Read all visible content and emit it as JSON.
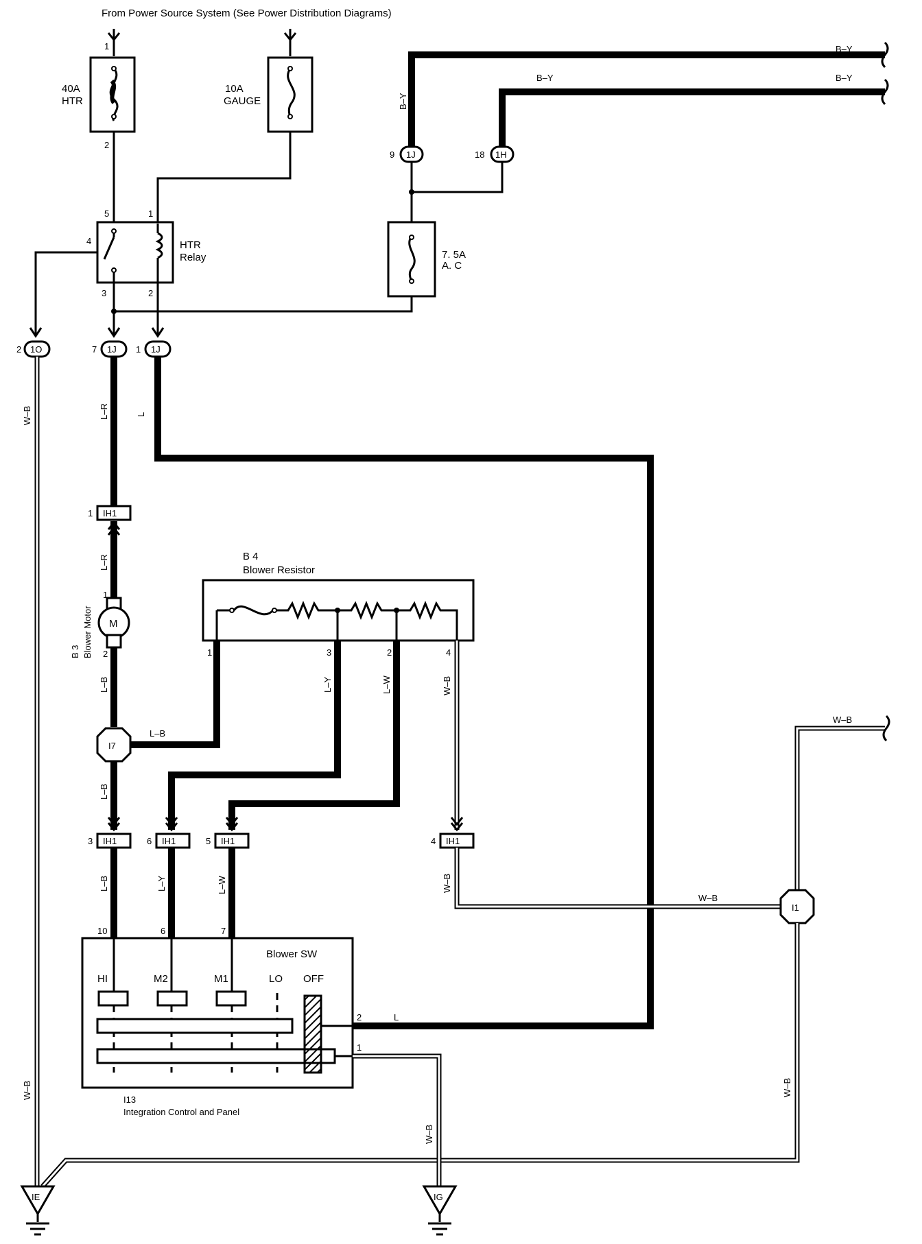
{
  "title": "From Power Source System (See Power Distribution Diagrams)",
  "fuses": [
    {
      "rating": "40A",
      "name": "HTR",
      "pin_top": "1",
      "pin_bottom": "2"
    },
    {
      "rating": "10A",
      "name": "GAUGE"
    },
    {
      "rating": "7. 5A",
      "name": "A. C"
    }
  ],
  "relay": {
    "name_line1": "HTR",
    "name_line2": "Relay",
    "pins": [
      "5",
      "1",
      "4",
      "3",
      "2"
    ]
  },
  "connectors": {
    "c1J_9": {
      "pin": "9",
      "id": "1J"
    },
    "c1H_18": {
      "pin": "18",
      "id": "1H"
    },
    "c1O_2": {
      "pin": "2",
      "id": "1O"
    },
    "c1J_7": {
      "pin": "7",
      "id": "1J"
    },
    "c1J_1": {
      "pin": "1",
      "id": "1J"
    },
    "cIH1_1": {
      "pin": "1",
      "id": "IH1"
    },
    "cIH1_3": {
      "pin": "3",
      "id": "IH1"
    },
    "cIH1_6": {
      "pin": "6",
      "id": "IH1"
    },
    "cIH1_5": {
      "pin": "5",
      "id": "IH1"
    },
    "cIH1_4": {
      "pin": "4",
      "id": "IH1"
    }
  },
  "junctions": {
    "i7": "I7",
    "i1": "I1"
  },
  "blower_motor": {
    "code": "B 3",
    "name": "Blower Motor",
    "symbol": "M",
    "pin_top": "1",
    "pin_bottom": "2"
  },
  "blower_resistor": {
    "code": "B 4",
    "name": "Blower Resistor",
    "pins": [
      "1",
      "3",
      "2",
      "4"
    ]
  },
  "blower_switch": {
    "name": "Blower SW",
    "positions": [
      "HI",
      "M2",
      "M1",
      "LO",
      "OFF"
    ],
    "pins_top": [
      "10",
      "6",
      "7"
    ],
    "pins_right": [
      "2",
      "1"
    ]
  },
  "panel": {
    "code": "I13",
    "name": "Integration Control and Panel"
  },
  "grounds": [
    "IE",
    "IG"
  ],
  "wire_colors": {
    "b_y": "B–Y",
    "w_b": "W–B",
    "l_r": "L–R",
    "l_b": "L–B",
    "l_y": "L–Y",
    "l_w": "L–W",
    "l": "L"
  }
}
